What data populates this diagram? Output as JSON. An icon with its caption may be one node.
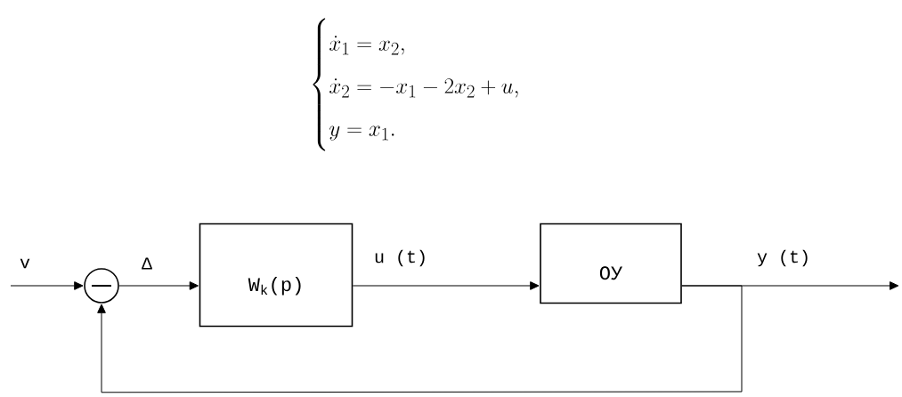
{
  "diagram": {
    "nodes": [
      {
        "text": [],
        "shape": "circle"
      },
      {
        "text": [
          "W$_{k}$(p)"
        ]
      },
      {
        "text": [
          "ОУ"
        ]
      }
    ],
    "edges": [
      {
        "from": null,
        "to": 0,
        "arrow": "to",
        "label": "v"
      },
      {
        "from": 0,
        "to": 1,
        "arrow": "to",
        "label": "Δ"
      },
      {
        "from": 1,
        "to": 2,
        "arrow": "to",
        "label": "u (t)"
      },
      {
        "from": 2,
        "to": null,
        "arrow": "to",
        "label": "y (t)"
      },
      {
        "from": 2,
        "to": 0,
        "arrow": "to"
      }
    ],
    "labels": [
      "\\begin{cases} \\dot{x}_1 = x_2, \\\\ \\dot{x}_2 = -x_1 - 2x_2 + u, \\\\ y = x_1. \\end{cases}"
    ]
  }
}
